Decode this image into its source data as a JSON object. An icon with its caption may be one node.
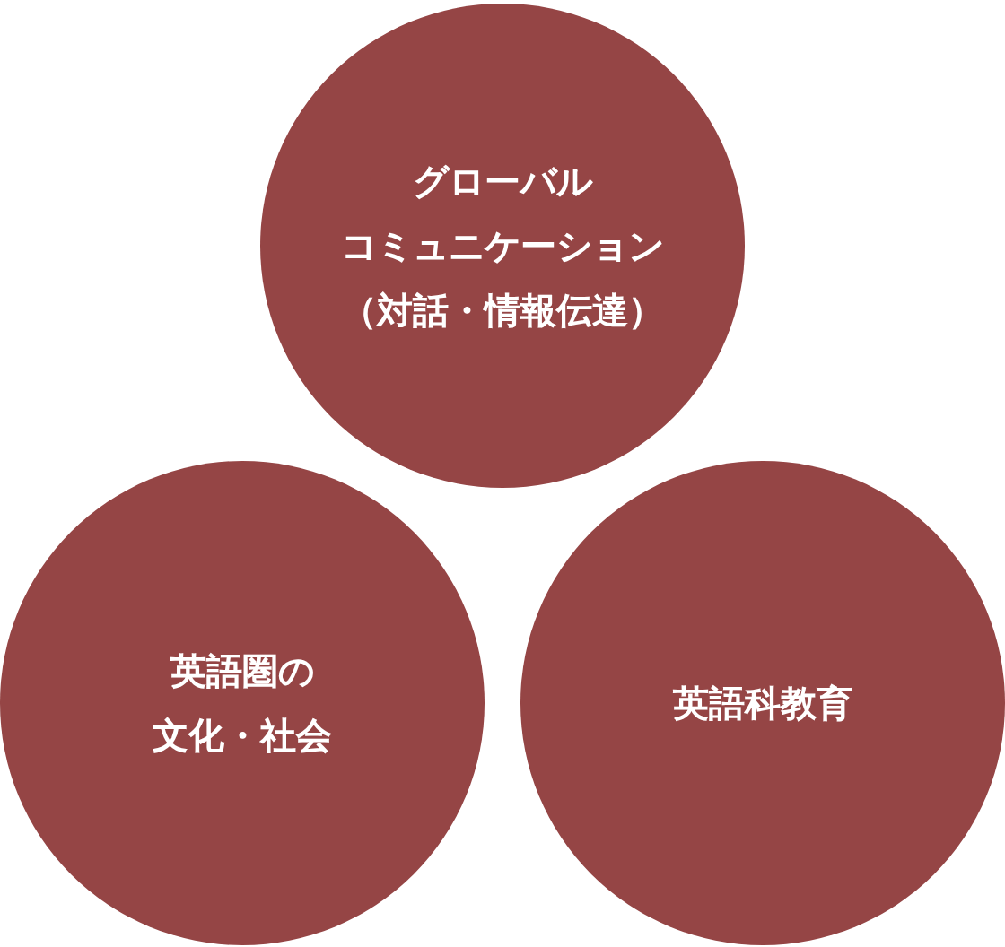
{
  "diagram": {
    "nodes": [
      {
        "text": [
          "グローバル",
          "コミュニケーション",
          "（対話・情報伝達）"
        ]
      },
      {
        "text": [
          "英語圏の",
          "文化・社会"
        ]
      },
      {
        "text": [
          "英語科教育"
        ]
      }
    ]
  }
}
